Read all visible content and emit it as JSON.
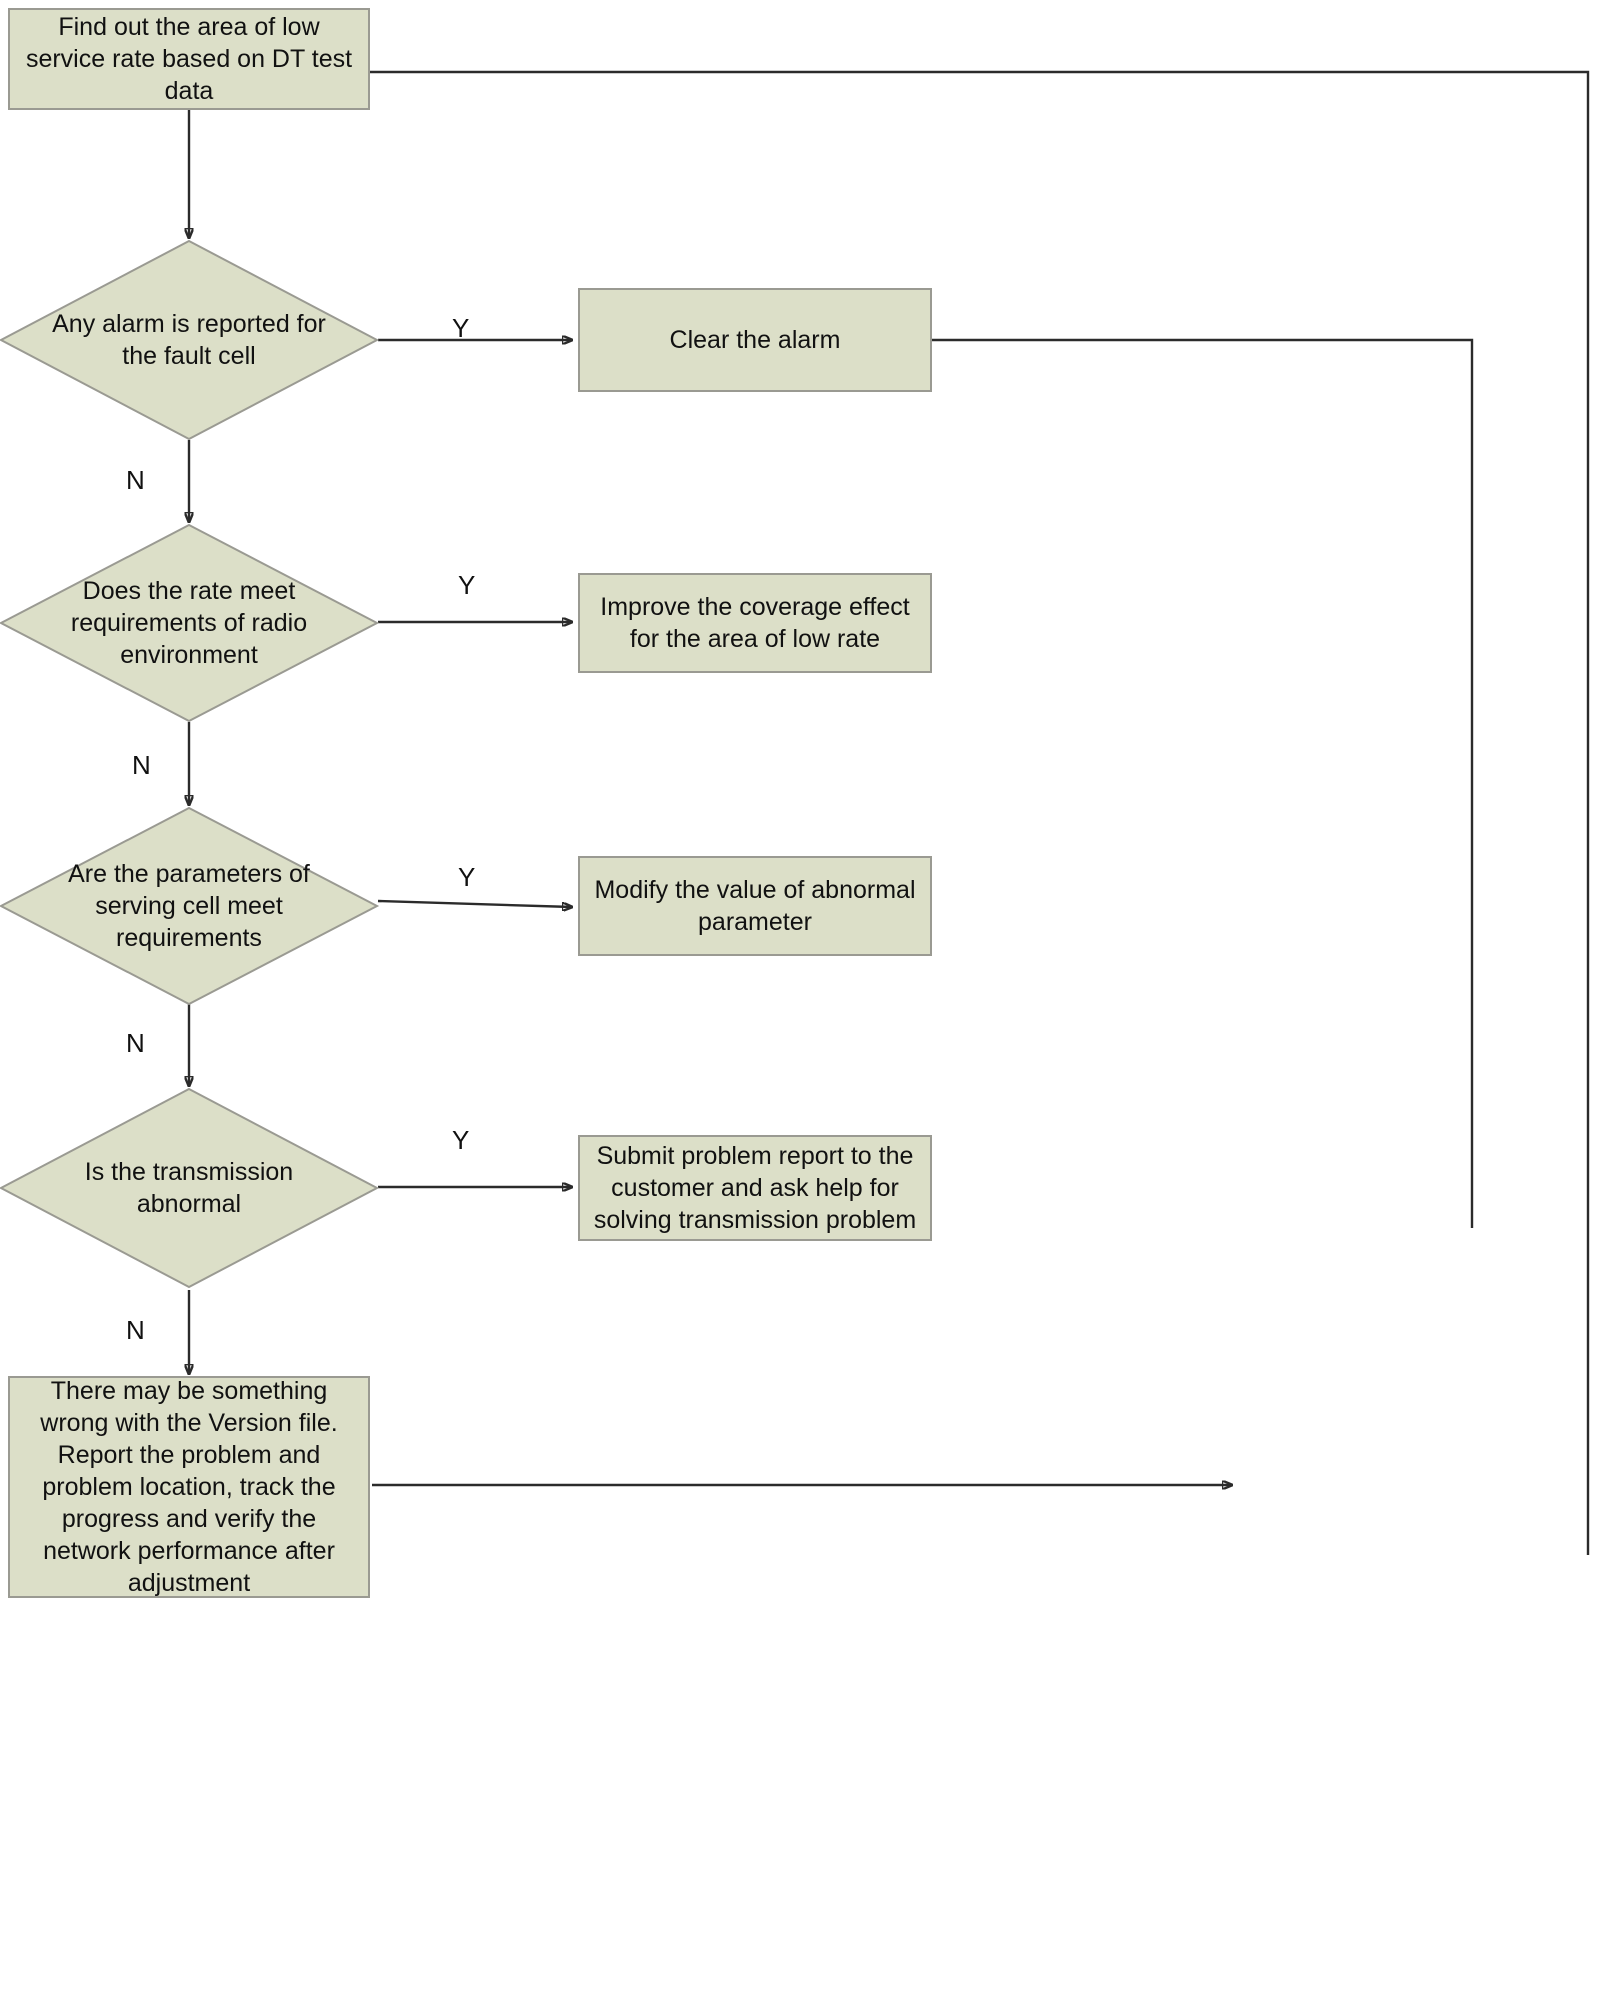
{
  "diagram": {
    "title": "Low service rate troubleshooting flowchart",
    "colors": {
      "node_fill": "#dcdfc8",
      "node_border": "#9a9a92",
      "line": "#2b2b2b",
      "text": "#111111",
      "background": "#ffffff"
    },
    "nodes": [
      {
        "id": "start",
        "type": "process",
        "label": "Find out the area of low service rate based on DT test data"
      },
      {
        "id": "d1",
        "type": "decision",
        "label": "Any alarm is reported for the fault cell"
      },
      {
        "id": "a1",
        "type": "process",
        "label": "Clear the alarm"
      },
      {
        "id": "d2",
        "type": "decision",
        "label": "Does the rate meet requirements of radio environment"
      },
      {
        "id": "a2",
        "type": "process",
        "label": "Improve the coverage effect for the area of low rate"
      },
      {
        "id": "d3",
        "type": "decision",
        "label": "Are the parameters of serving cell meet requirements"
      },
      {
        "id": "a3",
        "type": "process",
        "label": "Modify the value of abnormal parameter"
      },
      {
        "id": "d4",
        "type": "decision",
        "label": "Is the transmission abnormal"
      },
      {
        "id": "a4",
        "type": "process",
        "label": "Submit problem report to the customer and ask help for solving transmission problem"
      },
      {
        "id": "end",
        "type": "process",
        "label": "There may be something wrong with the Version file. Report the problem and problem location, track the progress and verify the network performance after adjustment"
      }
    ],
    "edge_labels": {
      "d1_yes": "Y",
      "d1_no": "N",
      "d2_yes": "Y",
      "d2_no": "N",
      "d3_yes": "Y",
      "d3_no": "N",
      "d4_yes": "Y",
      "d4_no": "N"
    }
  }
}
